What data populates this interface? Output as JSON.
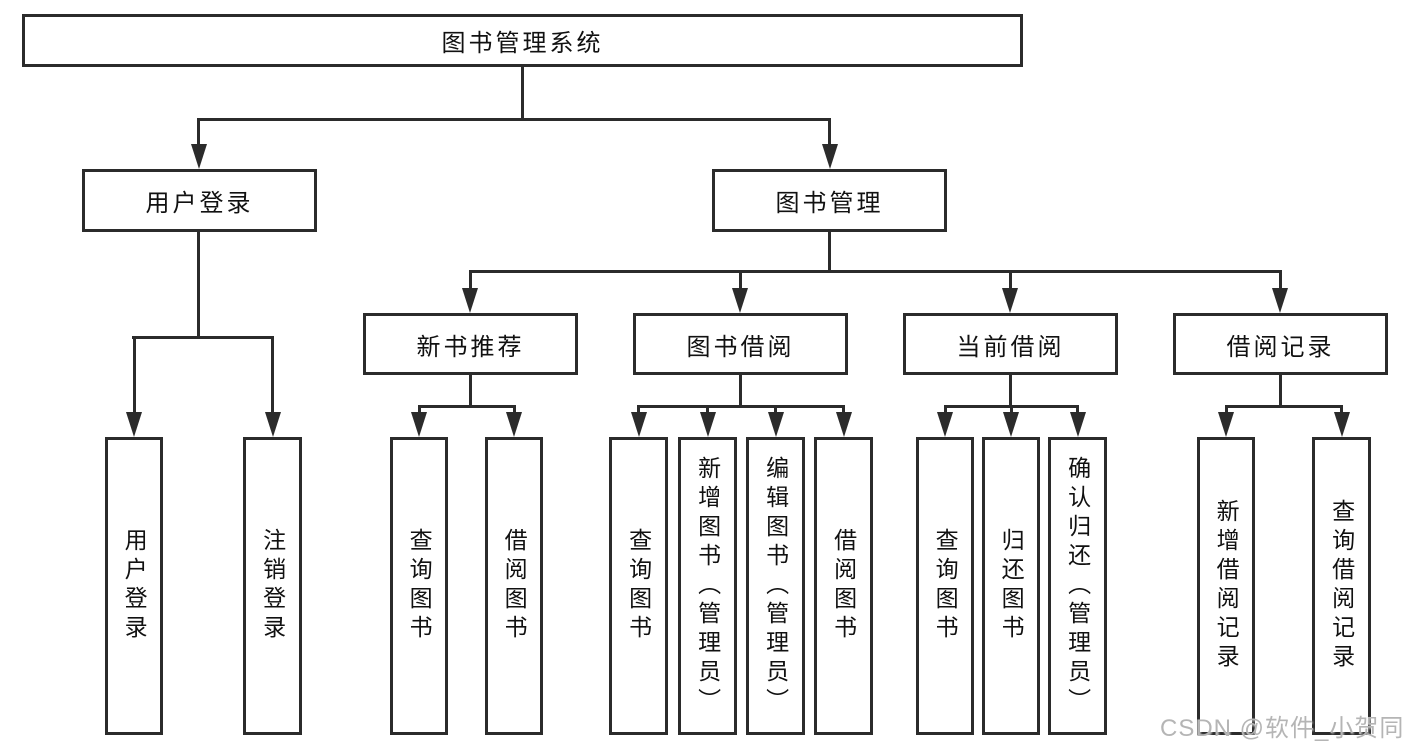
{
  "colors": {
    "background": "#ffffff",
    "line": "#2b2b2b",
    "text": "#111111",
    "watermark": "#b5b5b5"
  },
  "tree": {
    "root": "图书管理系统",
    "branches": [
      {
        "label": "用户登录",
        "leaves": [
          "用户登录",
          "注销登录"
        ]
      },
      {
        "label": "图书管理",
        "children": [
          {
            "label": "新书推荐",
            "leaves": [
              "查询图书",
              "借阅图书"
            ]
          },
          {
            "label": "图书借阅",
            "leaves": [
              "查询图书",
              "新增图书（管理员）",
              "编辑图书（管理员）",
              "借阅图书"
            ]
          },
          {
            "label": "当前借阅",
            "leaves": [
              "查询图书",
              "归还图书",
              "确认归还（管理员）"
            ]
          },
          {
            "label": "借阅记录",
            "leaves": [
              "新增借阅记录",
              "查询借阅记录"
            ]
          }
        ]
      }
    ]
  },
  "watermark": {
    "text": "CSDN @软件_小贺同学"
  }
}
